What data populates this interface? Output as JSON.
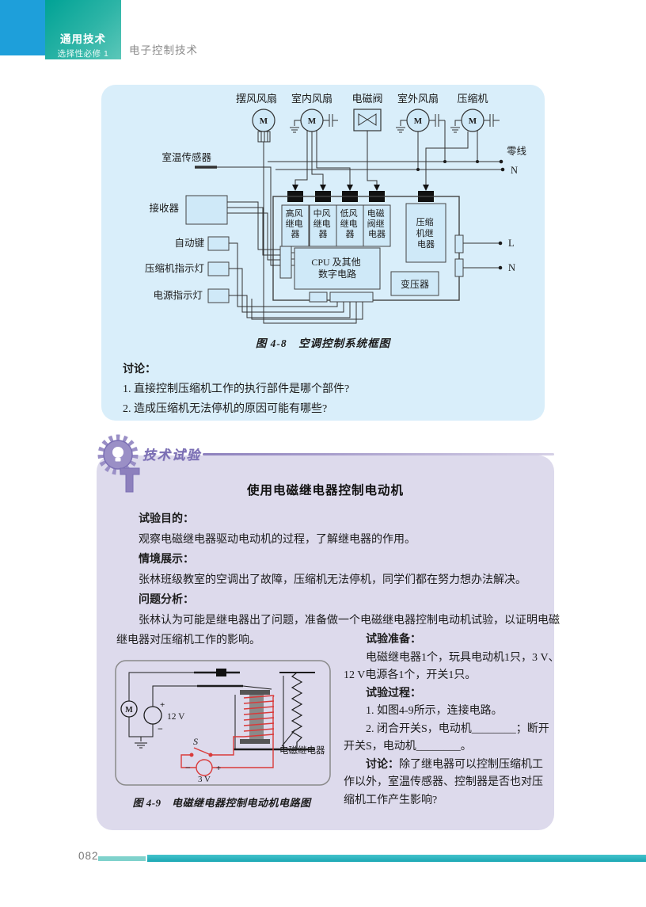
{
  "header": {
    "course": "通用技术",
    "module": "选择性必修 1",
    "subject": "电子控制技术"
  },
  "fig48": {
    "caption": "图 4-8　空调控制系统框图",
    "top_labels": {
      "swing_fan": "摆风风扇",
      "indoor_fan": "室内风扇",
      "solenoid_valve": "电磁阀",
      "outdoor_fan": "室外风扇",
      "compressor": "压缩机"
    },
    "motor_letter": "M",
    "bus": {
      "neutral": "零线",
      "n": "N"
    },
    "left_labels": {
      "room_sensor": "室温传感器",
      "receiver": "接收器",
      "auto_key": "自动键",
      "compressor_lamp": "压缩机指示灯",
      "power_lamp": "电源指示灯"
    },
    "relays": {
      "high": [
        "高风",
        "继电",
        "器"
      ],
      "mid": [
        "中风",
        "继电",
        "器"
      ],
      "low": [
        "低风",
        "继电",
        "器"
      ],
      "valve": [
        "电磁",
        "阀继",
        "电器"
      ],
      "compressor": [
        "压缩",
        "机继",
        "电器"
      ]
    },
    "cpu": [
      "CPU 及其他",
      "数字电路"
    ],
    "transformer": "变压器",
    "terminals": {
      "l": "L",
      "n": "N"
    }
  },
  "discussion48": {
    "label": "讨论：",
    "item1": "1. 直接控制压缩机工作的执行部件是哪个部件?",
    "item2": "2. 造成压缩机无法停机的原因可能有哪些?"
  },
  "experiment": {
    "badge": "技术试验",
    "title": "使用电磁继电器控制电动机",
    "lines": [
      {
        "text": "试验目的："
      },
      {
        "text": "观察电磁继电器驱动电动机的过程，了解继电器的作用。"
      },
      {
        "text": "情境展示："
      },
      {
        "text": "张林班级教室的空调出了故障，压缩机无法停机，同学们都在努力想办法解决。"
      },
      {
        "text": "问题分析："
      },
      {
        "text": "张林认为可能是继电器出了问题，准备做一个电磁继电器控制电动机试验，以证明电磁"
      },
      {
        "text": "继电器对压缩机工作的影响。"
      }
    ],
    "right": {
      "prep_label": "试验准备：",
      "prep_l1": "电磁继电器1个，玩具电动机1只，3 V、",
      "prep_l2": "12 V电源各1个，开关1只。",
      "proc_label": "试验过程：",
      "proc_l1": "1. 如图4-9所示，连接电路。",
      "proc_l2": "2. 闭合开关S，电动机________；断开",
      "proc_l3": "开关S，电动机________。",
      "disc_label": "讨论：",
      "disc_l1": "除了继电器可以控制压缩机工",
      "disc_l2": "作以外，室温传感器、控制器是否也对压",
      "disc_l3": "缩机工作产生影响?"
    }
  },
  "fig49": {
    "caption": "图 4-9　电磁继电器控制电动机电路图",
    "labels": {
      "motor": "M",
      "v12": "12 V",
      "switch": "S",
      "v3": "3 V",
      "relay": "电磁继电器",
      "plus": "+",
      "minus": "−"
    }
  },
  "footer": {
    "page": "082"
  },
  "colors": {
    "header_blue": "#1e9fda",
    "header_teal": "#00a295",
    "panel_blue": "#d9eefa",
    "panel_purple": "#dddaec",
    "badge_purple": "#7b6fb4",
    "diagram_box_fill": "#cfe9f8",
    "circuit_red": "#d93a3a",
    "footer_bar": "#1ba7b4",
    "footer_bar_light": "#7fd2cc"
  }
}
